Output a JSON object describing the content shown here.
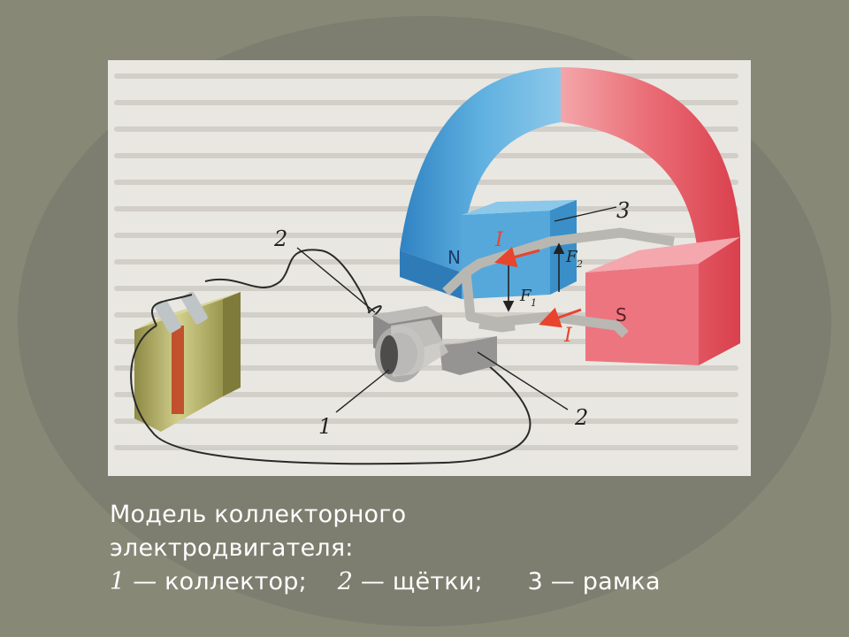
{
  "figure": {
    "labels": {
      "collector": "1",
      "brush_top": "2",
      "brush_bottom": "2",
      "frame": "3",
      "pole_north": "N",
      "pole_south": "S",
      "current_top": "I",
      "current_bottom": "I",
      "force_1": "F",
      "force_1_sub": "1",
      "force_2": "F",
      "force_2_sub": "2"
    },
    "colors": {
      "north_pole": "#3d9ad3",
      "south_pole": "#e9636f",
      "current_arrow": "#e8442e",
      "battery": "#b3b06a"
    }
  },
  "caption": {
    "line1": "Модель коллекторного",
    "line2": "электродвигателя:",
    "item1_num": "1",
    "item1_text": "— коллектор;",
    "item2_num": "2",
    "item2_text": "— щётки;",
    "item3_num": "3",
    "item3_text": "— рамка"
  }
}
